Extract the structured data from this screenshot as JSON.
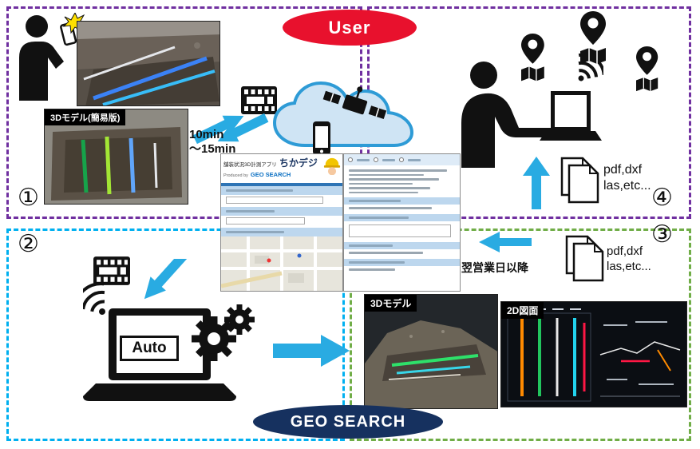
{
  "title_badges": {
    "user": "User",
    "geo_search": "GEO SEARCH"
  },
  "steps": {
    "one": "①",
    "two": "②",
    "three": "③",
    "four": "④"
  },
  "top_left": {
    "model_label": "3Dモデル(簡易版)",
    "time_line1": "10min",
    "time_line2": "〜15min"
  },
  "app": {
    "subtitle": "舗装状況3D計測アプリ",
    "title": "ちかデジ",
    "produced_by": "Produced by",
    "brand": "GEO SEARCH"
  },
  "top_right": {
    "files_line1": "pdf,dxf",
    "files_line2": "las,etc..."
  },
  "bottom_right": {
    "lead_time": "翌営業日以降",
    "files_line1": "pdf,dxf",
    "files_line2": "las,etc...",
    "model_label": "3Dモデル",
    "drawing_label": "2D図面"
  },
  "bottom_left": {
    "auto_label": "Auto"
  },
  "colors": {
    "arrow_cyan": "#29ABE2",
    "user_red": "#E8112D",
    "brand_navy": "#16315F",
    "border_purple": "#7030A0",
    "border_blue": "#00B0F0",
    "border_green": "#70AD47"
  }
}
